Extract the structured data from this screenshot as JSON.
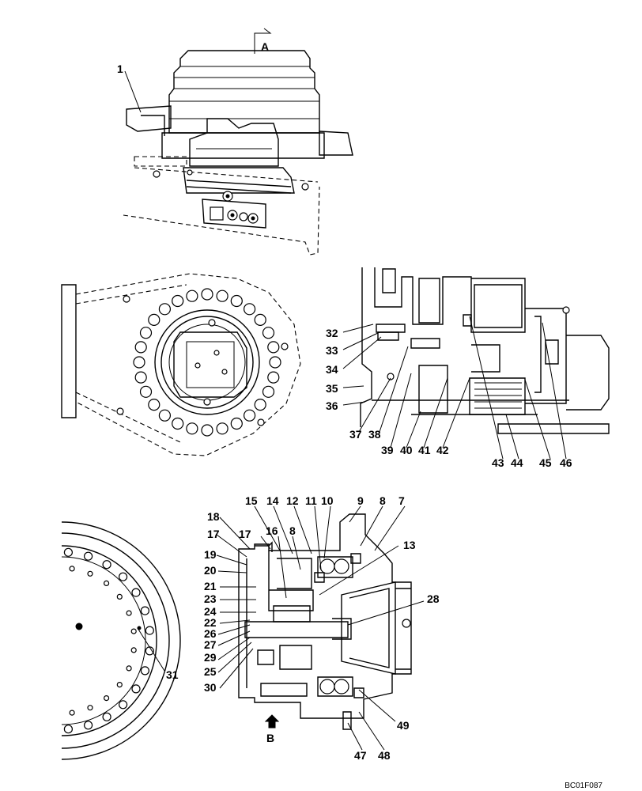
{
  "view_labels": {
    "a": "A",
    "b": "B"
  },
  "drawing_code": "BC01F087",
  "callouts": [
    {
      "id": "c1",
      "text": "1"
    },
    {
      "id": "c32",
      "text": "32"
    },
    {
      "id": "c33",
      "text": "33"
    },
    {
      "id": "c34",
      "text": "34"
    },
    {
      "id": "c35",
      "text": "35"
    },
    {
      "id": "c36",
      "text": "36"
    },
    {
      "id": "c37",
      "text": "37"
    },
    {
      "id": "c38",
      "text": "38"
    },
    {
      "id": "c39",
      "text": "39"
    },
    {
      "id": "c40",
      "text": "40"
    },
    {
      "id": "c41",
      "text": "41"
    },
    {
      "id": "c42",
      "text": "42"
    },
    {
      "id": "c43",
      "text": "43"
    },
    {
      "id": "c44",
      "text": "44"
    },
    {
      "id": "c45",
      "text": "45"
    },
    {
      "id": "c46",
      "text": "46"
    },
    {
      "id": "c15",
      "text": "15"
    },
    {
      "id": "c14",
      "text": "14"
    },
    {
      "id": "c12",
      "text": "12"
    },
    {
      "id": "c11",
      "text": "11"
    },
    {
      "id": "c10",
      "text": "10"
    },
    {
      "id": "c9",
      "text": "9"
    },
    {
      "id": "c8a",
      "text": "8"
    },
    {
      "id": "c7",
      "text": "7"
    },
    {
      "id": "c18",
      "text": "18"
    },
    {
      "id": "c17a",
      "text": "17"
    },
    {
      "id": "c17b",
      "text": "17"
    },
    {
      "id": "c16",
      "text": "16"
    },
    {
      "id": "c8b",
      "text": "8"
    },
    {
      "id": "c13",
      "text": "13"
    },
    {
      "id": "c19",
      "text": "19"
    },
    {
      "id": "c20",
      "text": "20"
    },
    {
      "id": "c21",
      "text": "21"
    },
    {
      "id": "c23",
      "text": "23"
    },
    {
      "id": "c24",
      "text": "24"
    },
    {
      "id": "c22",
      "text": "22"
    },
    {
      "id": "c26",
      "text": "26"
    },
    {
      "id": "c27",
      "text": "27"
    },
    {
      "id": "c29",
      "text": "29"
    },
    {
      "id": "c25",
      "text": "25"
    },
    {
      "id": "c30",
      "text": "30"
    },
    {
      "id": "c28",
      "text": "28"
    },
    {
      "id": "c31",
      "text": "31"
    },
    {
      "id": "c49",
      "text": "49"
    },
    {
      "id": "c47",
      "text": "47"
    },
    {
      "id": "c48",
      "text": "48"
    }
  ]
}
